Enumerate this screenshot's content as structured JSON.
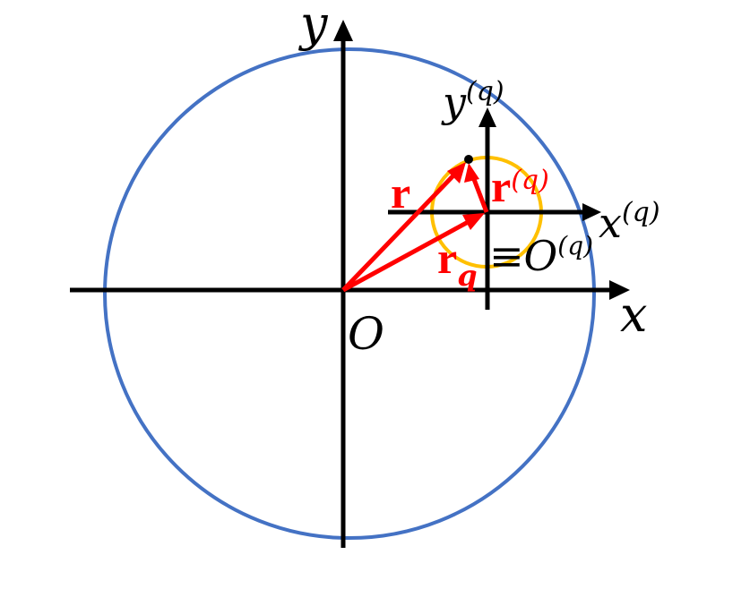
{
  "colors": {
    "outer_circle": "#4472c4",
    "inner_circle": "#ffc000",
    "vectors": "#ff0000",
    "axes": "#000000"
  },
  "labels": {
    "y_axis": "y",
    "x_axis": "x",
    "origin": "O",
    "yq_base": "y",
    "xq_base": "x",
    "q_superscript": "(q)",
    "r_vector": "r",
    "rq_base": "r",
    "rq_subscript": "q",
    "rq_vector_base": "r",
    "equiv": "≡",
    "oq_base": "O"
  }
}
